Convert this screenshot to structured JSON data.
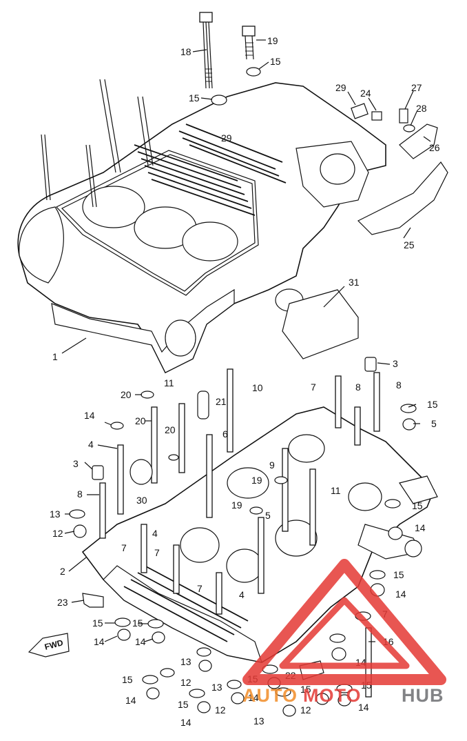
{
  "diagram": {
    "callouts": [
      {
        "id": "18a",
        "text": "18"
      },
      {
        "id": "19a",
        "text": "19"
      },
      {
        "id": "15a",
        "text": "15"
      },
      {
        "id": "15b",
        "text": "15"
      },
      {
        "id": "29a",
        "text": "29"
      },
      {
        "id": "24a",
        "text": "24"
      },
      {
        "id": "27a",
        "text": "27"
      },
      {
        "id": "28a",
        "text": "28"
      },
      {
        "id": "26a",
        "text": "26"
      },
      {
        "id": "29b",
        "text": "29"
      },
      {
        "id": "25a",
        "text": "25"
      },
      {
        "id": "31a",
        "text": "31"
      },
      {
        "id": "1a",
        "text": "1"
      },
      {
        "id": "3a",
        "text": "3"
      },
      {
        "id": "11a",
        "text": "11"
      },
      {
        "id": "7a",
        "text": "7"
      },
      {
        "id": "8a",
        "text": "8"
      },
      {
        "id": "8b",
        "text": "8"
      },
      {
        "id": "20a",
        "text": "20"
      },
      {
        "id": "21a",
        "text": "21"
      },
      {
        "id": "10a",
        "text": "10"
      },
      {
        "id": "15c",
        "text": "15"
      },
      {
        "id": "14a",
        "text": "14"
      },
      {
        "id": "20b",
        "text": "20"
      },
      {
        "id": "5a",
        "text": "5"
      },
      {
        "id": "20c",
        "text": "20"
      },
      {
        "id": "6a",
        "text": "6"
      },
      {
        "id": "4a",
        "text": "4"
      },
      {
        "id": "9a",
        "text": "9"
      },
      {
        "id": "3b",
        "text": "3"
      },
      {
        "id": "19b",
        "text": "19"
      },
      {
        "id": "8c",
        "text": "8"
      },
      {
        "id": "30a",
        "text": "30"
      },
      {
        "id": "11b",
        "text": "11"
      },
      {
        "id": "19c",
        "text": "19"
      },
      {
        "id": "5b",
        "text": "5"
      },
      {
        "id": "13a",
        "text": "13"
      },
      {
        "id": "4b",
        "text": "4"
      },
      {
        "id": "15d",
        "text": "15"
      },
      {
        "id": "12a",
        "text": "12"
      },
      {
        "id": "14b",
        "text": "14"
      },
      {
        "id": "7b",
        "text": "7"
      },
      {
        "id": "7c",
        "text": "7"
      },
      {
        "id": "2a",
        "text": "2"
      },
      {
        "id": "15e",
        "text": "15"
      },
      {
        "id": "7d",
        "text": "7"
      },
      {
        "id": "4c",
        "text": "4"
      },
      {
        "id": "14c",
        "text": "14"
      },
      {
        "id": "23a",
        "text": "23"
      },
      {
        "id": "7e",
        "text": "7"
      },
      {
        "id": "15f",
        "text": "15"
      },
      {
        "id": "15g",
        "text": "15"
      },
      {
        "id": "16a",
        "text": "16"
      },
      {
        "id": "14d",
        "text": "14"
      },
      {
        "id": "14e",
        "text": "14"
      },
      {
        "id": "13b",
        "text": "13"
      },
      {
        "id": "14f",
        "text": "14"
      },
      {
        "id": "15h",
        "text": "15"
      },
      {
        "id": "12b",
        "text": "12"
      },
      {
        "id": "13c",
        "text": "13"
      },
      {
        "id": "15i",
        "text": "15"
      },
      {
        "id": "22a",
        "text": "22"
      },
      {
        "id": "15j",
        "text": "15"
      },
      {
        "id": "15k",
        "text": "15"
      },
      {
        "id": "14g",
        "text": "14"
      },
      {
        "id": "15l",
        "text": "15"
      },
      {
        "id": "12c",
        "text": "12"
      },
      {
        "id": "14h",
        "text": "14"
      },
      {
        "id": "12d",
        "text": "12"
      },
      {
        "id": "13d",
        "text": "13"
      },
      {
        "id": "14i",
        "text": "14"
      },
      {
        "id": "14j",
        "text": "14"
      }
    ],
    "fwd_label": "FWD"
  },
  "watermark": {
    "part1": "AUTO",
    "part2": "MOTO",
    "part3": "HUB",
    "color_orange": "#f28c28",
    "color_red": "#e53935",
    "color_gray": "#6d6e71"
  }
}
